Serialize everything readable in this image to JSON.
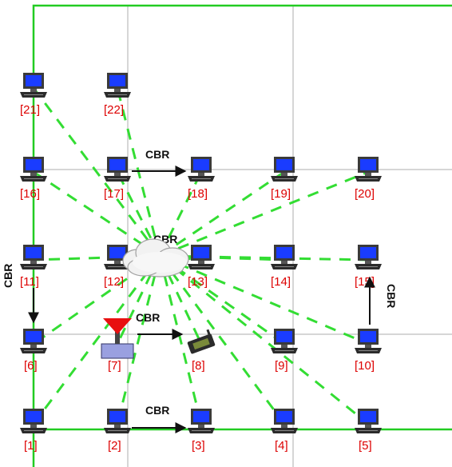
{
  "colors": {
    "link": "#33dd33",
    "grid": "#c8c8c8",
    "border": "#22cc22",
    "label": "#dd0000",
    "arrow": "#111111",
    "screen": "#1a3cff"
  },
  "nodes": [
    {
      "id": "1",
      "label": "[1]",
      "device": "computer-icon"
    },
    {
      "id": "2",
      "label": "[2]",
      "device": "computer-icon"
    },
    {
      "id": "3",
      "label": "[3]",
      "device": "computer-icon"
    },
    {
      "id": "4",
      "label": "[4]",
      "device": "computer-icon"
    },
    {
      "id": "5",
      "label": "[5]",
      "device": "computer-icon"
    },
    {
      "id": "6",
      "label": "[6]",
      "device": "computer-icon"
    },
    {
      "id": "7",
      "label": "[7]",
      "device": "antenna-base-station-icon"
    },
    {
      "id": "8",
      "label": "[8]",
      "device": "wireless-card-icon"
    },
    {
      "id": "9",
      "label": "[9]",
      "device": "computer-icon"
    },
    {
      "id": "10",
      "label": "[10]",
      "device": "computer-icon"
    },
    {
      "id": "11",
      "label": "[11]",
      "device": "computer-icon"
    },
    {
      "id": "12",
      "label": "[12]",
      "device": "computer-icon"
    },
    {
      "id": "13",
      "label": "[13]",
      "device": "computer-icon"
    },
    {
      "id": "14",
      "label": "[14]",
      "device": "computer-icon"
    },
    {
      "id": "15",
      "label": "[15]",
      "device": "computer-icon"
    },
    {
      "id": "16",
      "label": "[16]",
      "device": "computer-icon"
    },
    {
      "id": "17",
      "label": "[17]",
      "device": "computer-icon"
    },
    {
      "id": "18",
      "label": "[18]",
      "device": "computer-icon"
    },
    {
      "id": "19",
      "label": "[19]",
      "device": "computer-icon"
    },
    {
      "id": "20",
      "label": "[20]",
      "device": "computer-icon"
    },
    {
      "id": "21",
      "label": "[21]",
      "device": "computer-icon"
    },
    {
      "id": "22",
      "label": "[22]",
      "device": "computer-icon"
    }
  ],
  "hub": {
    "device": "cloud-icon",
    "label": "CBR"
  },
  "flows": [
    {
      "from": "17",
      "to": "18",
      "label": "CBR"
    },
    {
      "from": "7",
      "to": "8",
      "label": "CBR"
    },
    {
      "from": "2",
      "to": "3",
      "label": "CBR"
    },
    {
      "from": "11",
      "to": "6",
      "label": "CBR"
    },
    {
      "from": "10",
      "to": "15",
      "label": "CBR"
    }
  ]
}
